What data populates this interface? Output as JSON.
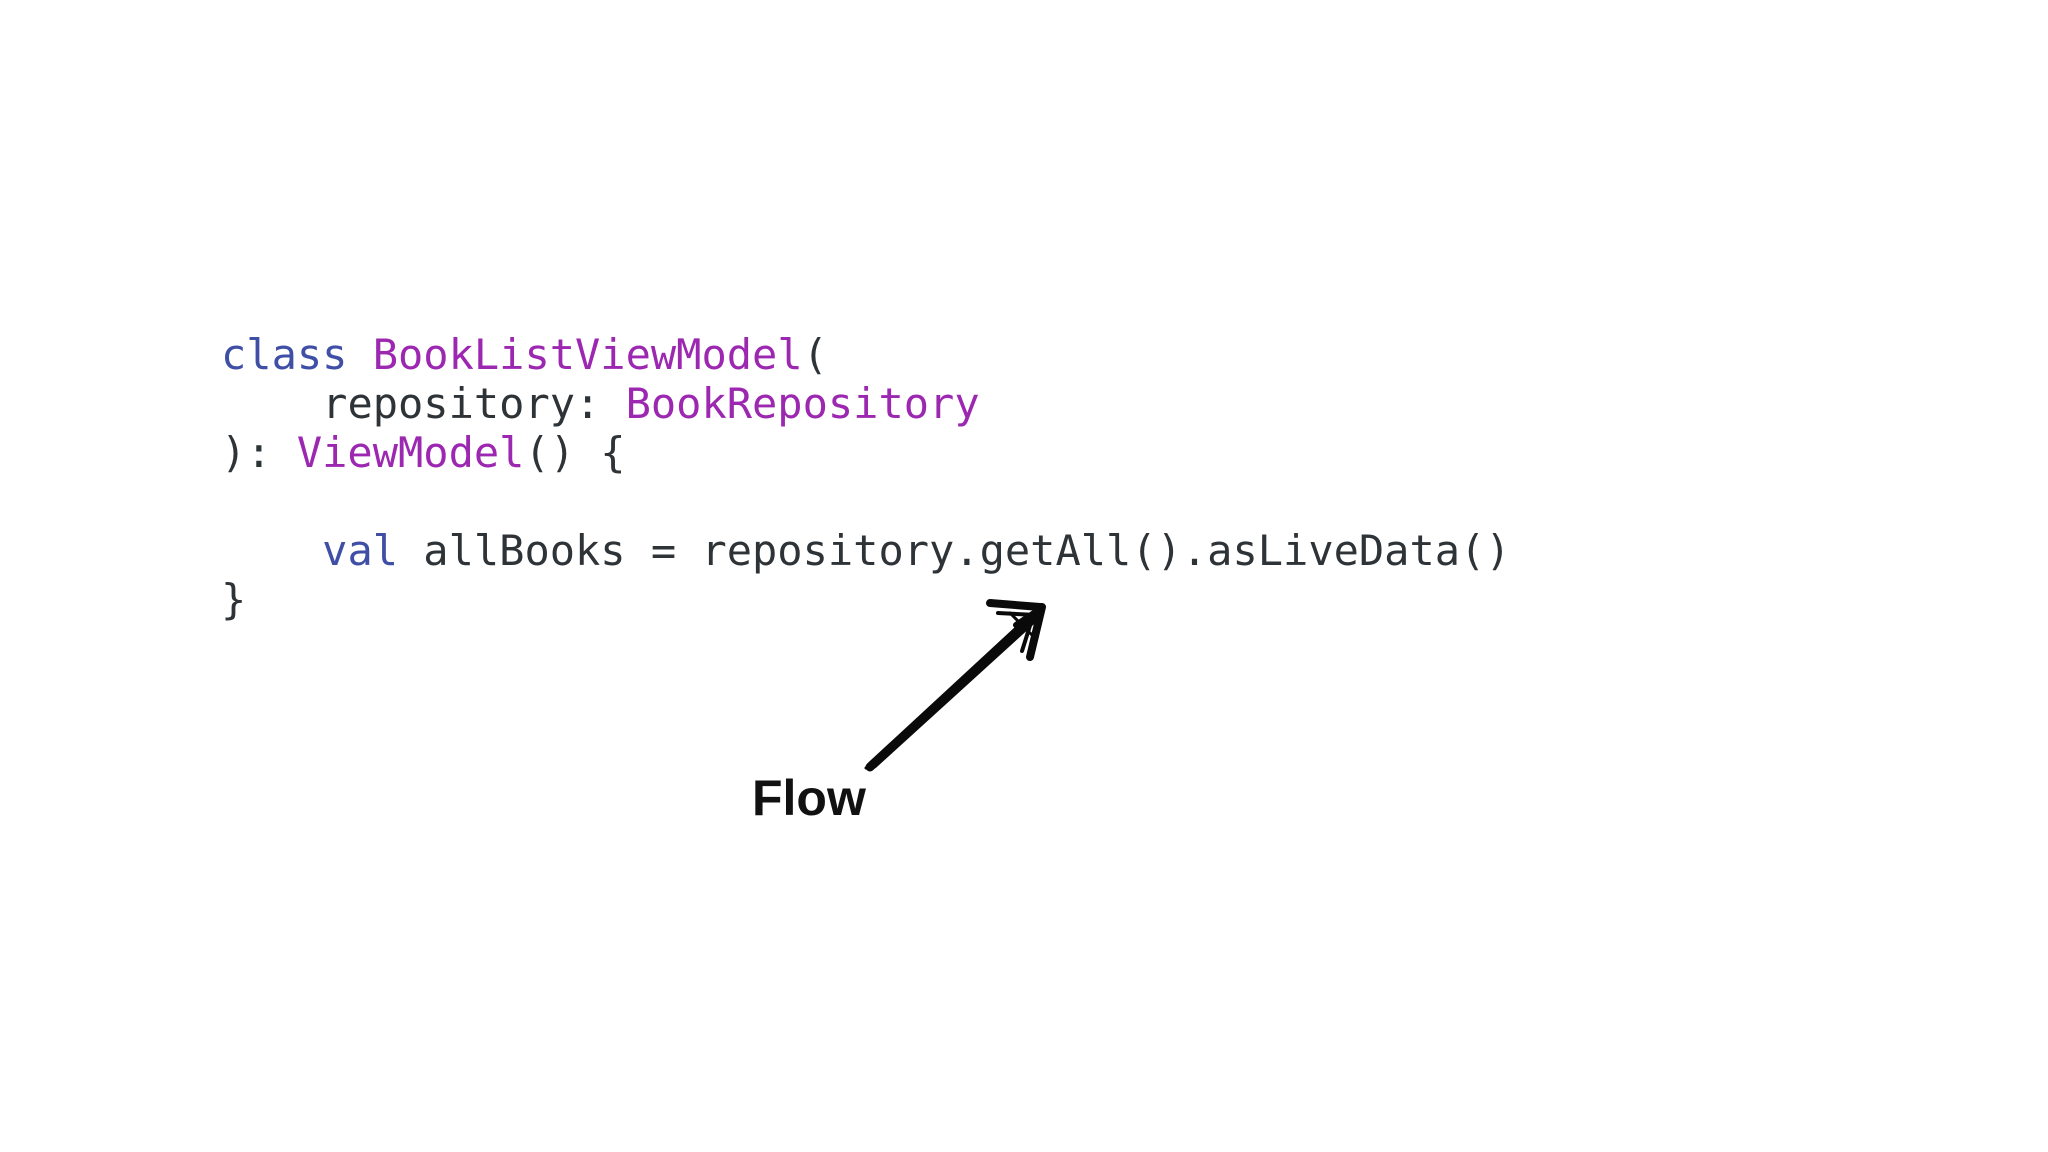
{
  "code": {
    "line1": {
      "keyword": "class",
      "sep": " ",
      "class_name": "BookListViewModel",
      "punct": "("
    },
    "line2": {
      "indent": "    ",
      "param": "repository: ",
      "param_type": "BookRepository"
    },
    "line3": {
      "punct_start": "): ",
      "super_type": "ViewModel",
      "punct_end": "() {"
    },
    "line4": "",
    "line5": {
      "indent": "    ",
      "keyword": "val",
      "rest": " allBooks = repository.getAll().asLiveData()"
    },
    "line6": "}"
  },
  "annotation": {
    "label": "Flow",
    "arrow_icon": "hand-drawn-arrow-icon"
  }
}
